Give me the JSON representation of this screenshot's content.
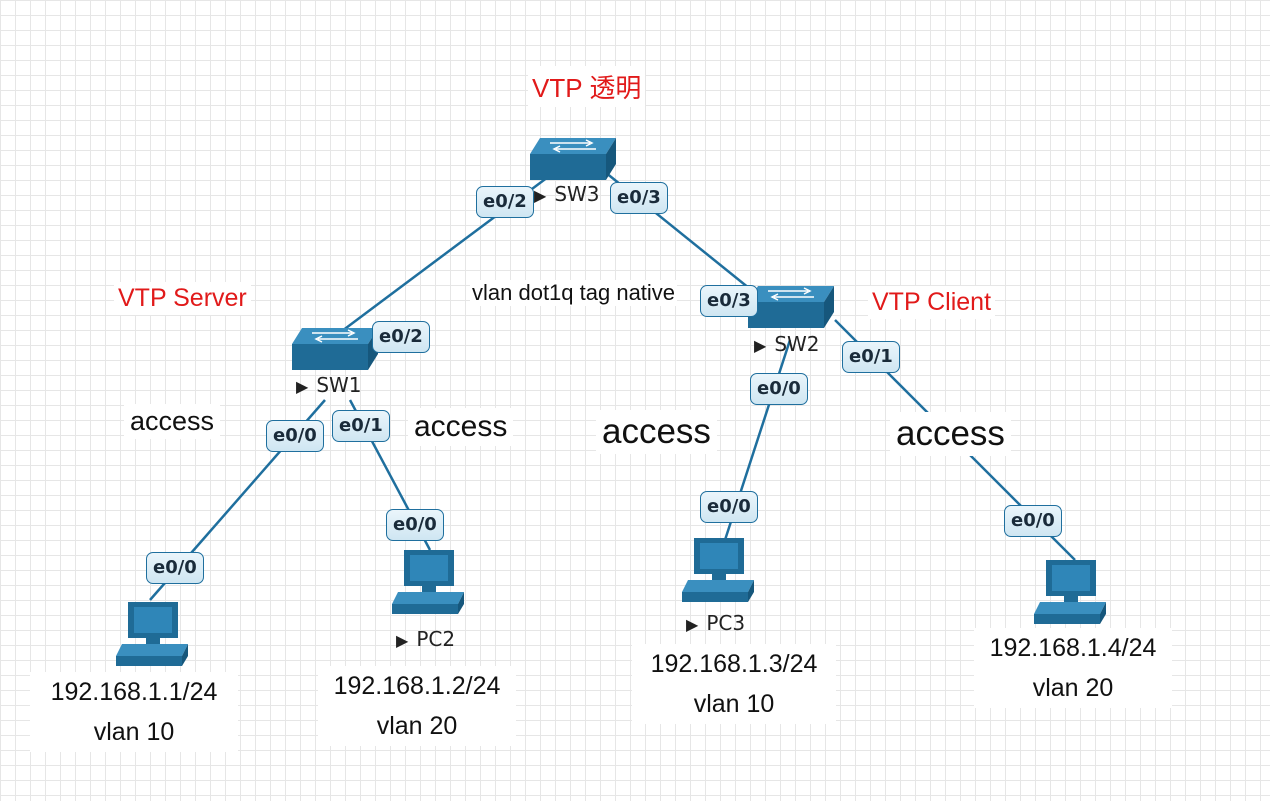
{
  "diagram": {
    "role_labels": {
      "sw3": "VTP 透明",
      "sw1": "VTP Server",
      "sw2": "VTP Client"
    },
    "trunk_note": "vlan dot1q tag native",
    "devices": {
      "sw1": {
        "name": "SW1",
        "icon": "switch-icon"
      },
      "sw2": {
        "name": "SW2",
        "icon": "switch-icon"
      },
      "sw3": {
        "name": "SW3",
        "icon": "switch-icon"
      },
      "pc1": {
        "name": "",
        "icon": "pc-icon",
        "ip": "192.168.1.1/24",
        "vlan": "vlan 10"
      },
      "pc2": {
        "name": "PC2",
        "icon": "pc-icon",
        "ip": "192.168.1.2/24",
        "vlan": "vlan 20"
      },
      "pc3": {
        "name": "PC3",
        "icon": "pc-icon",
        "ip": "192.168.1.3/24",
        "vlan": "vlan 10"
      },
      "pc4": {
        "name": "",
        "icon": "pc-icon",
        "ip": "192.168.1.4/24",
        "vlan": "vlan 20"
      }
    },
    "ports": {
      "sw3_to_sw1": "e0/2",
      "sw3_to_sw2": "e0/3",
      "sw1_to_sw3": "e0/2",
      "sw2_to_sw3": "e0/3",
      "sw1_to_pc1": "e0/0",
      "sw1_to_pc2": "e0/1",
      "sw2_to_pc3": "e0/0",
      "sw2_to_pc4": "e0/1",
      "pc1": "e0/0",
      "pc2": "e0/0",
      "pc3": "e0/0",
      "pc4": "e0/0"
    },
    "mode_labels": {
      "pc1_link": "access",
      "pc2_link": "access",
      "pc3_link": "access",
      "pc4_link": "access"
    },
    "colors": {
      "link": "#1f6f9e",
      "device": "#1f6b96",
      "role_text": "#e11a1a"
    }
  }
}
